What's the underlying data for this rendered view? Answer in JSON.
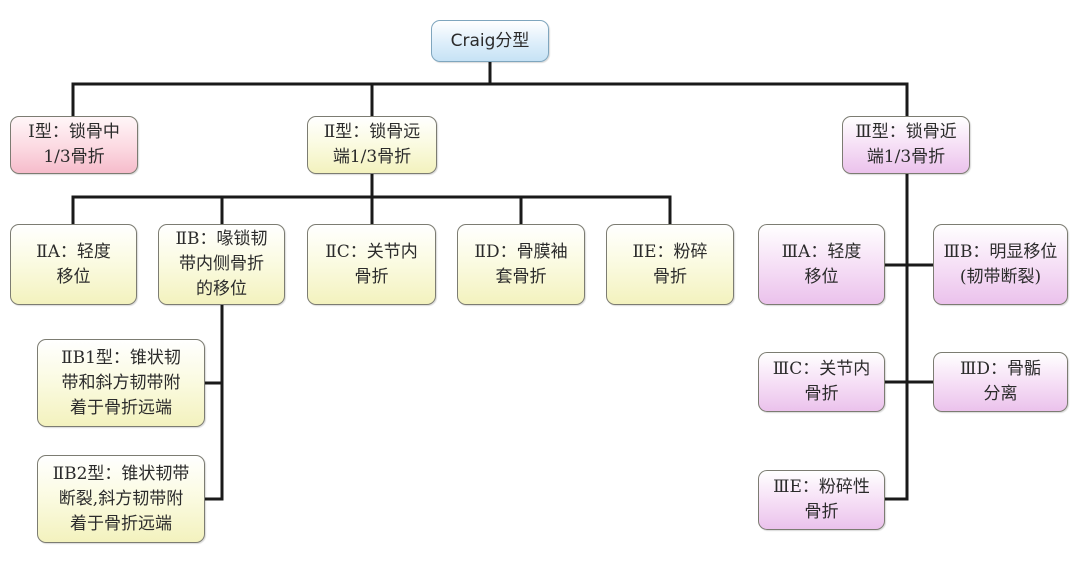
{
  "root": "Craig分型",
  "type1": "Ⅰ型：锁骨中\n1/3骨折",
  "type2": "Ⅱ型：锁骨远\n端1/3骨折",
  "type3": "Ⅲ型：锁骨近\n端1/3骨折",
  "type2_subtypes": {
    "a": "ⅡA：轻度\n移位",
    "b": "ⅡB：喙锁韧\n带内侧骨折\n的移位",
    "c": "ⅡC：关节内\n骨折",
    "d": "ⅡD：骨膜袖\n套骨折",
    "e": "ⅡE：粉碎\n骨折",
    "b1": "ⅡB1型：锥状韧\n带和斜方韧带附\n着于骨折远端",
    "b2": "ⅡB2型：锥状韧带\n断裂,斜方韧带附\n着于骨折远端"
  },
  "type3_subtypes": {
    "a": "ⅢA：轻度\n移位",
    "b": "ⅢB：明显移位\n(韧带断裂)",
    "c": "ⅢC：关节内\n骨折",
    "d": "ⅢD：骨骺\n分离",
    "e": "ⅢE：粉碎性\n骨折"
  },
  "colors": {
    "root_fill": "#c6e2f5",
    "type1_fill": "#fbd6df",
    "type2_fill": "#f3f2be",
    "type3_fill": "#ebc2ec",
    "connector": "#1a1a1a"
  }
}
